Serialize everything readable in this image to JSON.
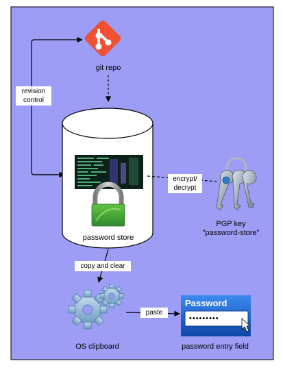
{
  "diagram": {
    "background_color": "#9d9df5",
    "git_repo_label": "git repo",
    "revision_control_label": "revision\ncontrol",
    "password_store_label": "password store",
    "encrypt_decrypt_label": "encrypt/\ndecrypt",
    "pgp_key_label": "PGP key\n\"password-store\"",
    "copy_and_clear_label": "copy and clear",
    "os_clipboard_label": "OS clipboard",
    "paste_label": "paste",
    "password_entry_field_label": "password entry field",
    "password_field_title": "Password",
    "password_field_value": "•••••••••",
    "icons": {
      "git": "git-logo-icon",
      "terminal": "terminal-screen-icon",
      "lock": "padlock-icon",
      "keys": "keyring-icon",
      "clipboard": "gears-icon",
      "password_field": "password-field-icon",
      "cursor": "mouse-cursor-icon"
    },
    "colors": {
      "git": "#f05133",
      "lock_body": "#3fa33a",
      "lock_shackle": "#9a9a9a",
      "terminal_bg": "#0d2118",
      "gear": "#8fb7d7",
      "password_field_bg": "#1f64c9"
    }
  }
}
